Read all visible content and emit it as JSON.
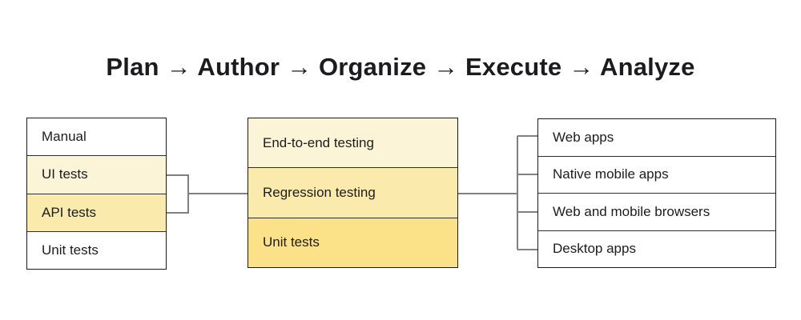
{
  "title": "Plan → Author → Organize → Execute → Analyze",
  "colors": {
    "white": "#FFFFFF",
    "light_yellow": "#FCF4D7",
    "medium_yellow": "#FAEAAC",
    "dark_yellow": "#FBE187",
    "border": "#1A1A1A",
    "connector": "#808080",
    "text": "#1C1C1E"
  },
  "boxes": [
    {
      "name": "test-types",
      "rows": [
        {
          "label": "Manual",
          "fill": "white"
        },
        {
          "label": "UI tests",
          "fill": "light_yellow"
        },
        {
          "label": "API tests",
          "fill": "medium_yellow"
        },
        {
          "label": "Unit tests",
          "fill": "white"
        }
      ]
    },
    {
      "name": "test-suites",
      "rows": [
        {
          "label": "End-to-end testing",
          "fill": "light_yellow"
        },
        {
          "label": "Regression testing",
          "fill": "medium_yellow"
        },
        {
          "label": "Unit tests",
          "fill": "dark_yellow"
        }
      ]
    },
    {
      "name": "target-platforms",
      "rows": [
        {
          "label": "Web apps",
          "fill": "white"
        },
        {
          "label": "Native mobile apps",
          "fill": "white"
        },
        {
          "label": "Web and mobile browsers",
          "fill": "white"
        },
        {
          "label": "Desktop apps",
          "fill": "white"
        }
      ]
    }
  ]
}
